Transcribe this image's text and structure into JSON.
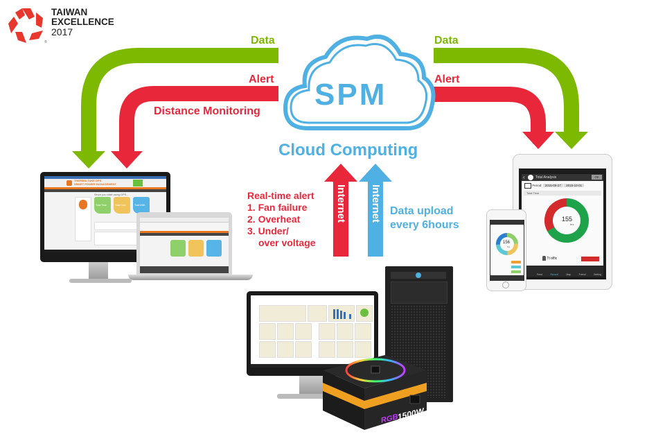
{
  "logo": {
    "brand_line1": "TAIWAN",
    "brand_line2": "EXCELLENCE",
    "year": "2017",
    "registered_mark": "®",
    "color": "#e8372c"
  },
  "cloud": {
    "title": "SPM",
    "caption": "Cloud Computing",
    "color": "#4fb0e3"
  },
  "left_flows": {
    "data_label": "Data",
    "alert_label": "Alert",
    "monitoring_label": "Distance Monitoring"
  },
  "right_flows": {
    "data_label": "Data",
    "alert_label": "Alert"
  },
  "upload": {
    "red_arrow_label": "Internet",
    "blue_arrow_label": "Internet",
    "alert_title": "Real-time alert",
    "alert_items": [
      "1. Fan failure",
      "2. Overheat",
      "3. Under/",
      "over voltage"
    ],
    "upload_line1": "Data upload",
    "upload_line2": "every 6hours"
  },
  "desktop_app": {
    "header_line1": "THERMALTAKE DPS",
    "header_line2": "SMART POWER MANAGEMENT",
    "welcome": "Since you start using DPS...",
    "cards": [
      "Total Time",
      "Total Cost",
      "Total kWh"
    ]
  },
  "tablet_app": {
    "title": "Total Analysis",
    "ok_button": "OK",
    "period_label": "Period:",
    "period_start": "2015-09-27",
    "period_end": "2015-10-01",
    "section": "Total Time",
    "total_value": "155",
    "total_unit": "hrs",
    "green_pct": 67,
    "red_pct": 33,
    "user": "Tt offic",
    "nav": [
      "Feed",
      "Record",
      "Map",
      "Friend",
      "Setting"
    ]
  },
  "phone_app": {
    "total_value": "156",
    "total_unit": "hrs"
  },
  "psu": {
    "model_text": "1500W",
    "badge_text": "RGB"
  },
  "colors": {
    "green": "#7db900",
    "red": "#e8283a",
    "blue": "#4fb0e3"
  }
}
